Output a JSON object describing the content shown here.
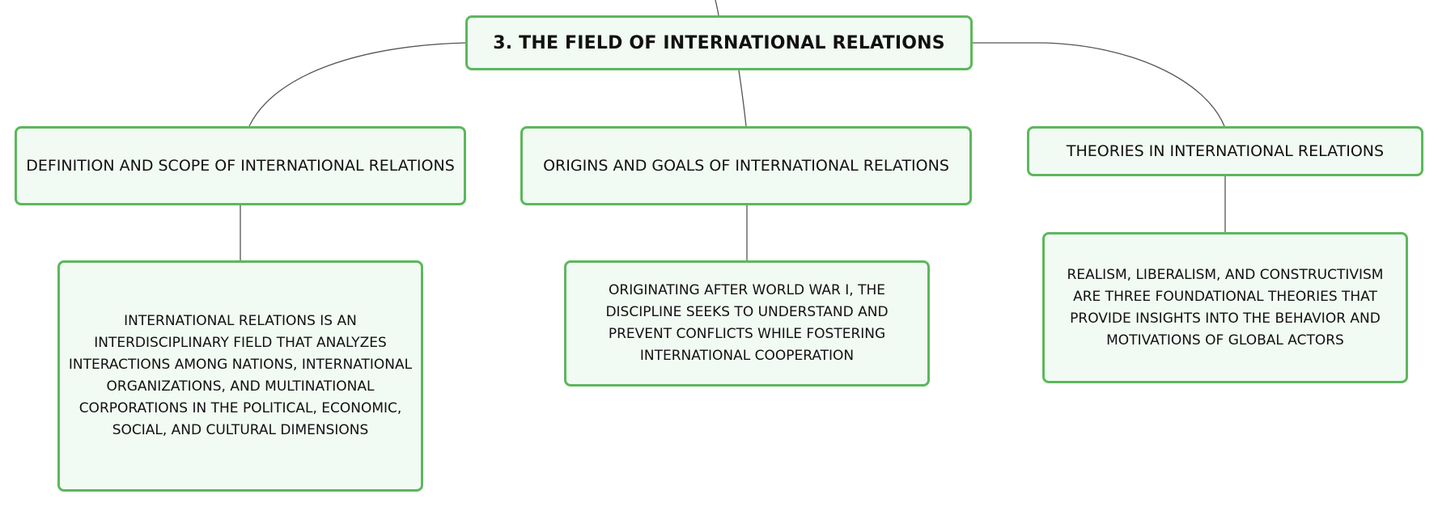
{
  "root": {
    "title": "3. THE FIELD OF INTERNATIONAL RELATIONS"
  },
  "branches": [
    {
      "label": "DEFINITION AND SCOPE OF INTERNATIONAL RELATIONS",
      "detail": "INTERNATIONAL RELATIONS IS AN INTERDISCIPLINARY FIELD THAT ANALYZES INTERACTIONS AMONG NATIONS, INTERNATIONAL ORGANIZATIONS, AND MULTINATIONAL CORPORATIONS IN THE POLITICAL, ECONOMIC, SOCIAL, AND CULTURAL DIMENSIONS"
    },
    {
      "label": "ORIGINS AND GOALS OF INTERNATIONAL RELATIONS",
      "detail": "ORIGINATING AFTER WORLD WAR I, THE DISCIPLINE SEEKS TO UNDERSTAND AND PREVENT CONFLICTS WHILE FOSTERING INTERNATIONAL COOPERATION"
    },
    {
      "label": "THEORIES IN INTERNATIONAL RELATIONS",
      "detail": "REALISM, LIBERALISM, AND CONSTRUCTIVISM ARE THREE FOUNDATIONAL THEORIES THAT PROVIDE INSIGHTS INTO THE BEHAVIOR AND MOTIVATIONS OF GLOBAL ACTORS"
    }
  ],
  "colors": {
    "node_border": "#5cb85c",
    "node_fill": "#f2faf4",
    "connector": "#555555",
    "text": "#111111"
  }
}
